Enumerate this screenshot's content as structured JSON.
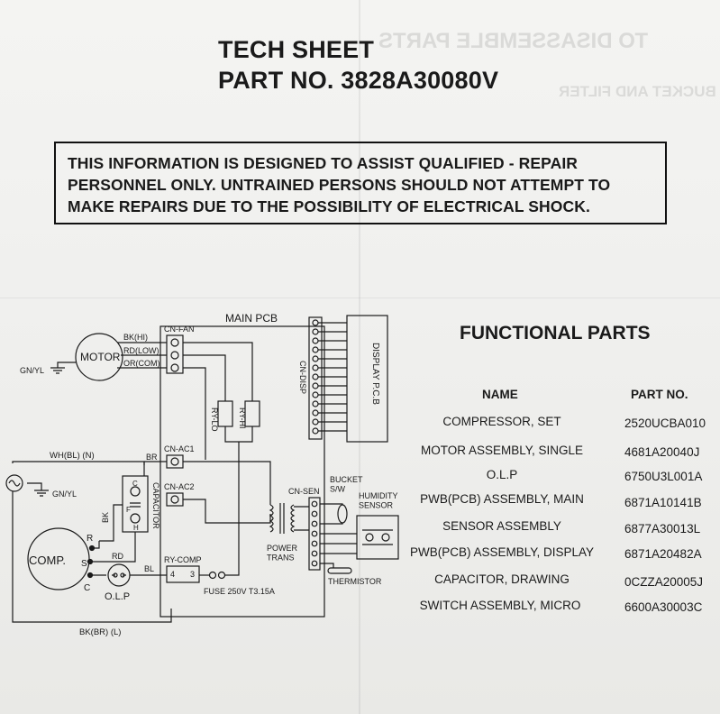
{
  "header": {
    "title": "TECH SHEET",
    "part_number": "PART NO. 3828A30080V"
  },
  "warning": {
    "text": "THIS INFORMATION IS DESIGNED TO ASSIST QUALIFIED - REPAIR\nPERSONNEL ONLY. UNTRAINED PERSONS SHOULD NOT ATTEMPT TO\nMAKE REPAIRS DUE TO THE POSSIBILITY OF ELECTRICAL SHOCK."
  },
  "functional_parts": {
    "title": "FUNCTIONAL PARTS",
    "columns": {
      "name": "NAME",
      "part_no": "PART NO."
    },
    "rows": [
      {
        "name": "COMPRESSOR, SET",
        "part_no": "2520UCBA010"
      },
      {
        "name": "MOTOR ASSEMBLY, SINGLE",
        "part_no": "4681A20040J"
      },
      {
        "name": "O.L.P",
        "part_no": "6750U3L001A"
      },
      {
        "name": "PWB(PCB) ASSEMBLY, MAIN",
        "part_no": "6871A10141B"
      },
      {
        "name": "SENSOR ASSEMBLY",
        "part_no": "6877A30013L"
      },
      {
        "name": "PWB(PCB) ASSEMBLY, DISPLAY",
        "part_no": "6871A20482A"
      },
      {
        "name": "CAPACITOR, DRAWING",
        "part_no": "0CZZA20005J"
      },
      {
        "name": "SWITCH ASSEMBLY, MICRO",
        "part_no": "6600A30003C"
      }
    ]
  },
  "diagram": {
    "main_pcb": "MAIN PCB",
    "cn_fan": "CN-FAN",
    "bk_hi": "BK(HI)",
    "rd_low": "RD(LOW)",
    "or_com": "OR(COM)",
    "motor": "MOTOR",
    "gn_yl": "GN/YL",
    "ry_lo": "RY-LO",
    "ry_hi": "RY-HI",
    "cn_disp": "CN-DISP",
    "display_pcb": "DISPLAY P.C.B",
    "wh_bl_n": "WH(BL) (N)",
    "br": "BR",
    "cn_ac1": "CN-AC1",
    "cn_ac2": "CN-AC2",
    "capacitor": "CAPACITOR",
    "cap_c": "C",
    "cap_h": "H",
    "bk": "BK",
    "cap_f": "F",
    "r": "R",
    "s": "S",
    "c": "C",
    "comp": "COMP.",
    "rd": "RD",
    "bl": "BL",
    "olp": "O.L.P",
    "ry_comp": "RY-COMP",
    "pin4": "4",
    "pin3": "3",
    "fuse": "FUSE 250V T3.15A",
    "power_trans": "POWER\nTRANS",
    "cn_sen": "CN-SEN",
    "bucket_sw": "BUCKET\nS/W",
    "humidity_sensor": "HUMIDITY\nSENSOR",
    "thermistor": "THERMISTOR",
    "bk_br_l": "BK(BR) (L)"
  },
  "show_through_text": {
    "heading": "TO DISASSEMBLE PARTS",
    "sub": "BUCKET AND FILTER"
  }
}
